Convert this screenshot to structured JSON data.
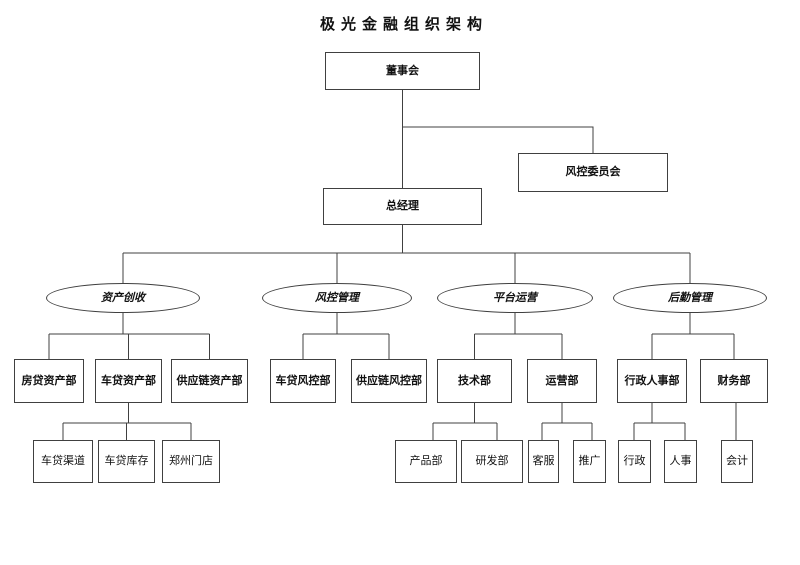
{
  "title": "极光金融组织架构",
  "colors": {
    "line": "#404040",
    "text": "#111111",
    "background": "#ffffff"
  },
  "org": {
    "board": "董事会",
    "risk_committee": "风控委员会",
    "general_manager": "总经理",
    "divisions": [
      {
        "label": "资产创收",
        "departments": [
          {
            "label": "房贷资产部"
          },
          {
            "label": "车贷资产部",
            "teams": [
              {
                "label": "车贷渠道"
              },
              {
                "label": "车贷库存"
              },
              {
                "label": "郑州门店"
              }
            ]
          },
          {
            "label": "供应链资产部"
          }
        ]
      },
      {
        "label": "风控管理",
        "departments": [
          {
            "label": "车贷风控部"
          },
          {
            "label": "供应链风控部"
          }
        ]
      },
      {
        "label": "平台运营",
        "departments": [
          {
            "label": "技术部",
            "teams": [
              {
                "label": "产品部"
              },
              {
                "label": "研发部"
              }
            ]
          },
          {
            "label": "运营部",
            "teams": [
              {
                "label": "客服"
              },
              {
                "label": "推广"
              }
            ]
          }
        ]
      },
      {
        "label": "后勤管理",
        "departments": [
          {
            "label": "行政人事部",
            "teams": [
              {
                "label": "行政"
              },
              {
                "label": "人事"
              }
            ]
          },
          {
            "label": "财务部",
            "teams": [
              {
                "label": "会计"
              }
            ]
          }
        ]
      }
    ]
  }
}
